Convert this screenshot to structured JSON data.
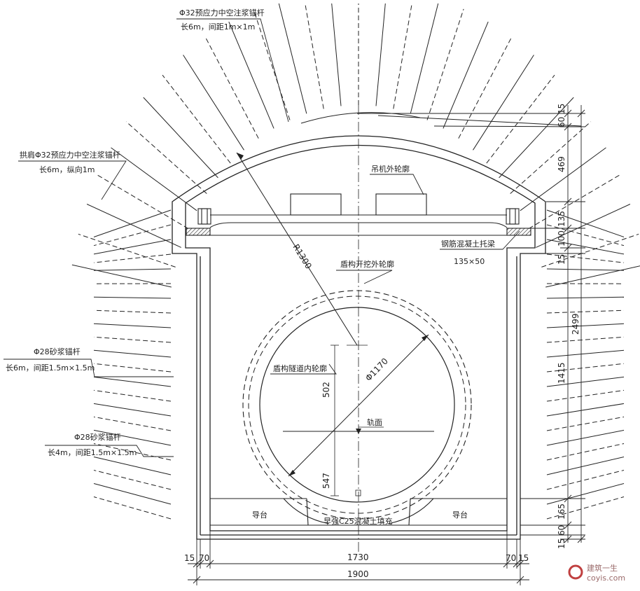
{
  "labels": {
    "crown_bolt_line1": "Φ32预应力中空注浆锚杆",
    "crown_bolt_line2": "长6m，间距1m×1m",
    "shoulder_bolt_line1": "拱肩Φ32预应力中空注浆锚杆",
    "shoulder_bolt_line2": "长6m，纵向1m",
    "mortar_bolt_6_line1": "Φ28砂浆锚杆",
    "mortar_bolt_6_line2": "长6m，间距1.5m×1.5m",
    "mortar_bolt_4_line1": "Φ28砂浆锚杆",
    "mortar_bolt_4_line2": "长4m，间距1.5m×1.5m",
    "crane_outline": "吊机外轮廓",
    "beam_line1": "钢筋混凝土托梁",
    "beam_line2": "135×50",
    "shield_tbm_outline": "盾构开挖外轮廓",
    "shield_tunnel_inner": "盾构隧道内轮廓",
    "rail_surface": "轨面",
    "guide_left": "导台",
    "guide_right": "导台",
    "concrete_fill": "早强C25混凝土填充"
  },
  "dimensions": {
    "radius": "R1300",
    "diameter": "Φ1170",
    "center_height": "502",
    "rail_to_bottom": "547",
    "right_d1": "60",
    "right_d2": "15",
    "right_d3": "469",
    "right_d4": "135",
    "right_d5": "100",
    "right_d6": "15",
    "right_d7": "2499",
    "right_d8": "1415",
    "right_d9": "165",
    "right_d10": "60",
    "right_d11": "15",
    "bottom_l1": "15",
    "bottom_l2": "70",
    "bottom_inner": "1730",
    "bottom_r1": "70",
    "bottom_r2": "15",
    "bottom_outer": "1900"
  },
  "watermark": {
    "line1": "建筑一生",
    "line2": "coyis.com"
  },
  "colors": {
    "line": "#222222",
    "watermark": "#c04040"
  }
}
